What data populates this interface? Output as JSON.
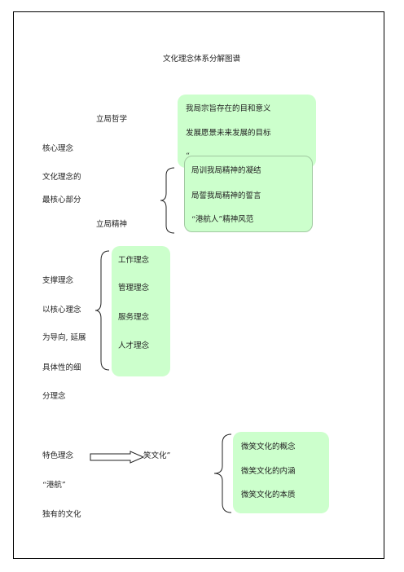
{
  "title": "文化理念体系分解图谱",
  "core": {
    "philosophy_label": "立局哲学",
    "spirit_label": "立局精神",
    "label": "核心理念",
    "desc_line1": "文化理念的",
    "desc_line2": "最核心部分",
    "philosophy_items": [
      "我局宗旨存在的目和意义",
      "发展愿景未来发展的目标",
      "“"
    ],
    "spirit_items": [
      "局训我局精神的凝结",
      "局誓我局精神的誓言",
      "“港航人”精神风范"
    ]
  },
  "support": {
    "label": "支撑理念",
    "desc_lines": [
      "以核心理念",
      "为导向, 延展",
      "具体性的细",
      "分理念"
    ],
    "items": [
      "工作理念",
      "管理理念",
      "服务理念",
      "人才理念"
    ]
  },
  "special": {
    "label": "特色理念",
    "arrow_target": "笑文化”",
    "desc_line1": "“港航”",
    "desc_line2": "独有的文化",
    "items": [
      "微笑文化的概念",
      "微笑文化的内涵",
      "微笑文化的本质"
    ]
  },
  "colors": {
    "box_fill": "#ccffcc",
    "frame": "#000000"
  }
}
